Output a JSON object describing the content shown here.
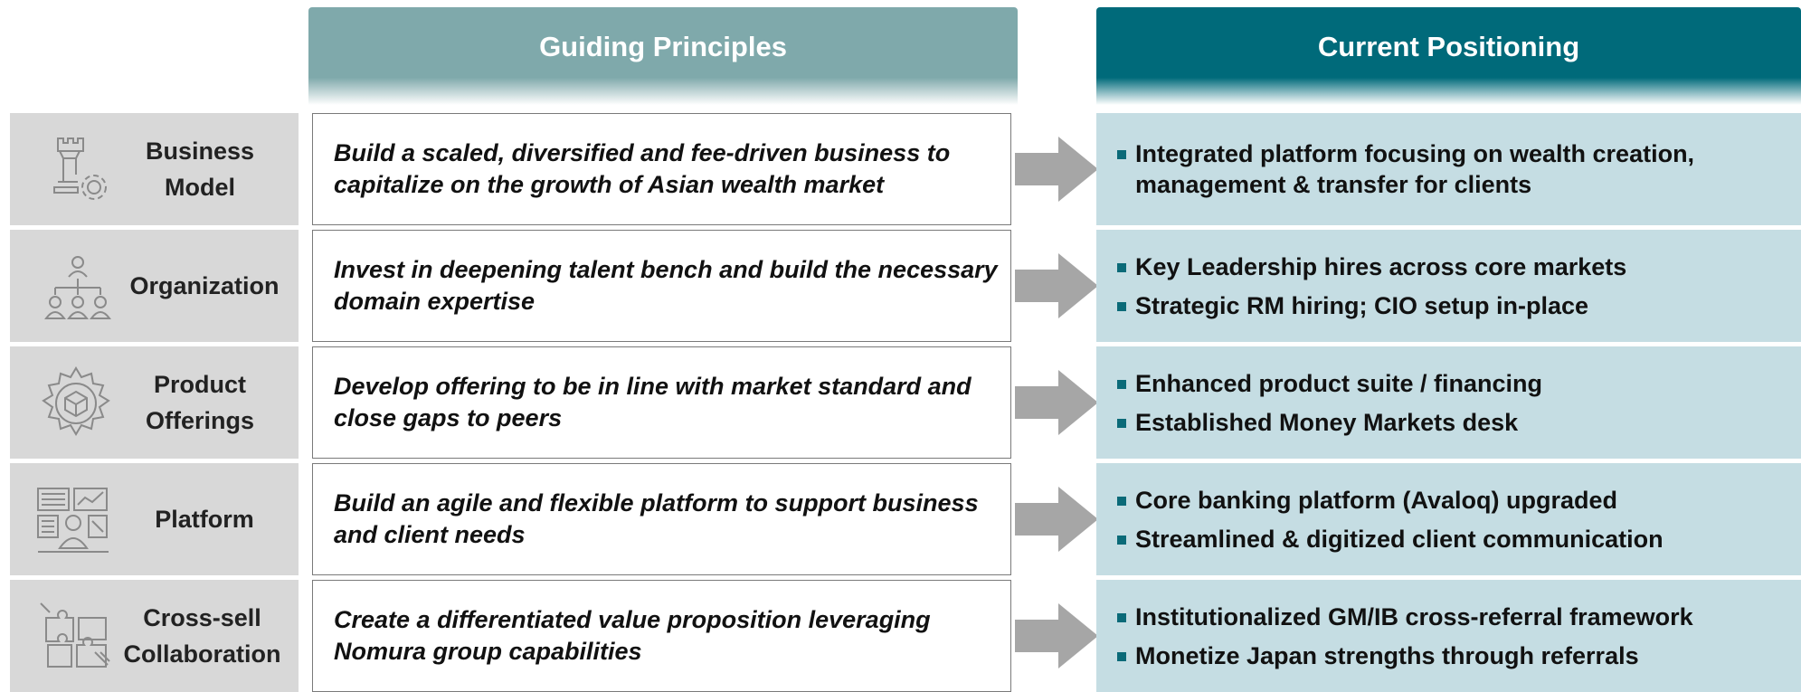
{
  "headers": {
    "guiding_principles": "Guiding Principles",
    "current_positioning": "Current Positioning"
  },
  "colors": {
    "guiding_header": "#7fa9ab",
    "positioning_header": "#006a7a",
    "category_bg": "#d8d8d8",
    "positioning_bg": "#c5dde3",
    "arrow": "#a6a6a6",
    "bullet": "#0b6a78"
  },
  "rows": [
    {
      "icon": "chess-rook-gear-icon",
      "category": "Business\nModel",
      "principle": "Build a scaled, diversified and fee-driven business to capitalize on the growth of Asian wealth market",
      "positioning": [
        "Integrated platform focusing on wealth creation, management & transfer for clients"
      ]
    },
    {
      "icon": "org-chart-icon",
      "category": "Organization",
      "principle": "Invest in deepening talent bench and build the necessary domain expertise",
      "positioning": [
        "Key Leadership hires across core markets",
        "Strategic RM hiring; CIO setup in-place"
      ]
    },
    {
      "icon": "gear-cube-icon",
      "category": "Product\nOfferings",
      "principle": "Develop offering to be in line with market standard and close gaps to peers",
      "positioning": [
        "Enhanced product suite / financing",
        "Established Money Markets desk"
      ]
    },
    {
      "icon": "dashboard-user-icon",
      "category": "Platform",
      "principle": "Build an agile and flexible platform to support business and client needs",
      "positioning": [
        "Core banking platform (Avaloq) upgraded",
        "Streamlined & digitized client communication"
      ]
    },
    {
      "icon": "puzzle-pieces-icon",
      "category": "Cross-sell\nCollaboration",
      "principle": "Create a differentiated value proposition leveraging Nomura group capabilities",
      "positioning": [
        "Institutionalized GM/IB cross-referral framework",
        "Monetize Japan strengths through referrals"
      ]
    }
  ]
}
